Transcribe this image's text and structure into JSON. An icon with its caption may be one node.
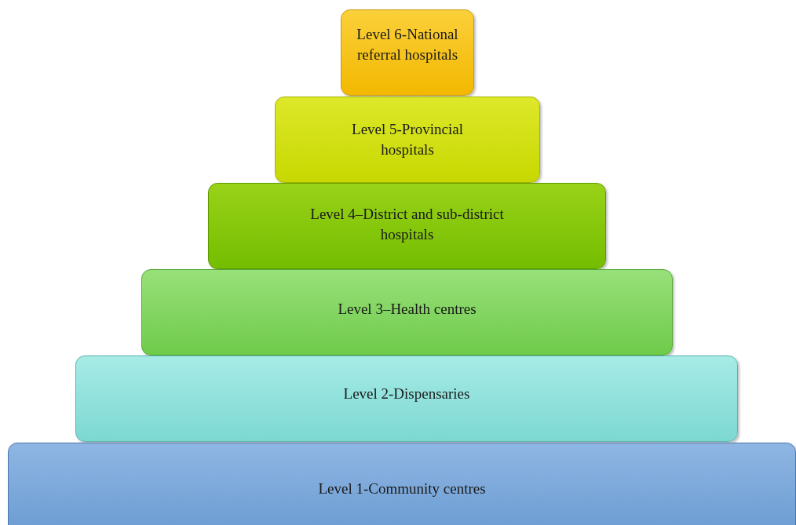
{
  "diagram": {
    "nodes": [
      {
        "text": [
          "Level 6-National referral hospitals"
        ]
      },
      {
        "text": [
          "Level 5-Provincial hospitals"
        ]
      },
      {
        "text": [
          "Level 4–District and sub-district hospitals"
        ]
      },
      {
        "text": [
          "Level 3–Health centres"
        ]
      },
      {
        "text": [
          "Level 2-Dispensaries"
        ]
      },
      {
        "text": [
          "Level 1-Community centres"
        ]
      }
    ]
  }
}
